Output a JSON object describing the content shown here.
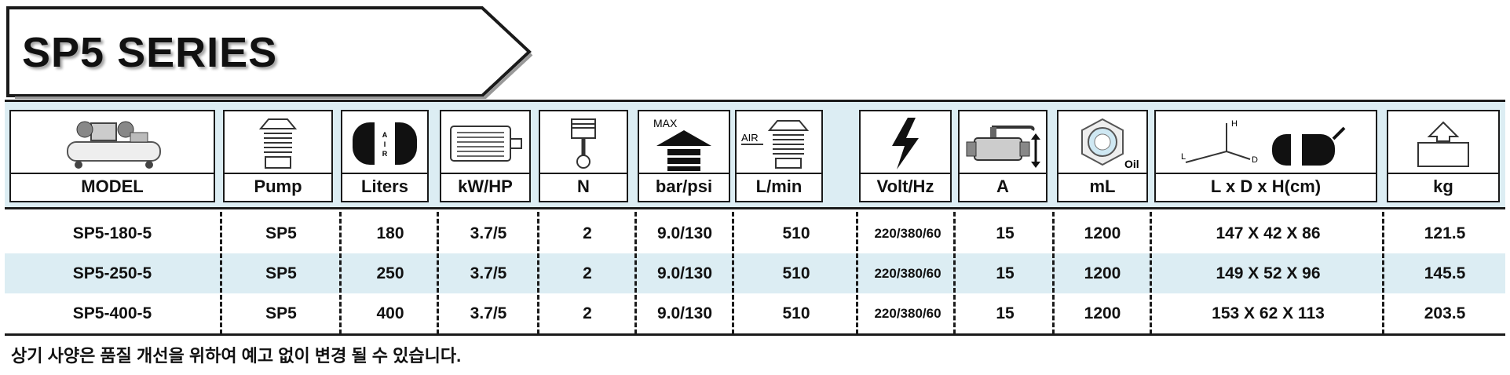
{
  "title": "SP5 SERIES",
  "headers": [
    {
      "label": "MODEL",
      "icon": "compressor-icon"
    },
    {
      "label": "Pump",
      "icon": "pump-icon"
    },
    {
      "label": "Liters",
      "icon": "air-tank-icon"
    },
    {
      "label": "kW/HP",
      "icon": "motor-icon"
    },
    {
      "label": "N",
      "icon": "piston-icon"
    },
    {
      "label": "bar/psi",
      "icon": "max-pressure-icon"
    },
    {
      "label": "L/min",
      "icon": "air-flow-icon"
    },
    {
      "label": "Volt/Hz",
      "icon": "lightning-icon"
    },
    {
      "label": "A",
      "icon": "valve-icon"
    },
    {
      "label": "mL",
      "icon": "oil-icon"
    },
    {
      "label": "L x D x H(cm)",
      "icon": "dimensions-icon"
    },
    {
      "label": "kg",
      "icon": "weight-icon"
    }
  ],
  "icon_text": {
    "max": "MAX",
    "air": "AIR",
    "oil": "Oil",
    "tank": "A I R",
    "l": "L",
    "d": "D",
    "h": "H"
  },
  "rows": [
    {
      "model": "SP5-180-5",
      "pump": "SP5",
      "liters": "180",
      "power": "3.7/5",
      "n": "2",
      "pressure": "9.0/130",
      "flow": "510",
      "volt": "220/380/60",
      "amp": "15",
      "oil": "1200",
      "dims": "147 X 42 X 86",
      "weight": "121.5"
    },
    {
      "model": "SP5-250-5",
      "pump": "SP5",
      "liters": "250",
      "power": "3.7/5",
      "n": "2",
      "pressure": "9.0/130",
      "flow": "510",
      "volt": "220/380/60",
      "amp": "15",
      "oil": "1200",
      "dims": "149 X 52 X 96",
      "weight": "145.5"
    },
    {
      "model": "SP5-400-5",
      "pump": "SP5",
      "liters": "400",
      "power": "3.7/5",
      "n": "2",
      "pressure": "9.0/130",
      "flow": "510",
      "volt": "220/380/60",
      "amp": "15",
      "oil": "1200",
      "dims": "153 X 62 X 113",
      "weight": "203.5"
    }
  ],
  "note": "상기 사양은 품질 개선을 위하여 예고 없이 변경 될 수 있습니다.",
  "colors": {
    "band": "#dcedf3",
    "line": "#1a1a1a"
  }
}
